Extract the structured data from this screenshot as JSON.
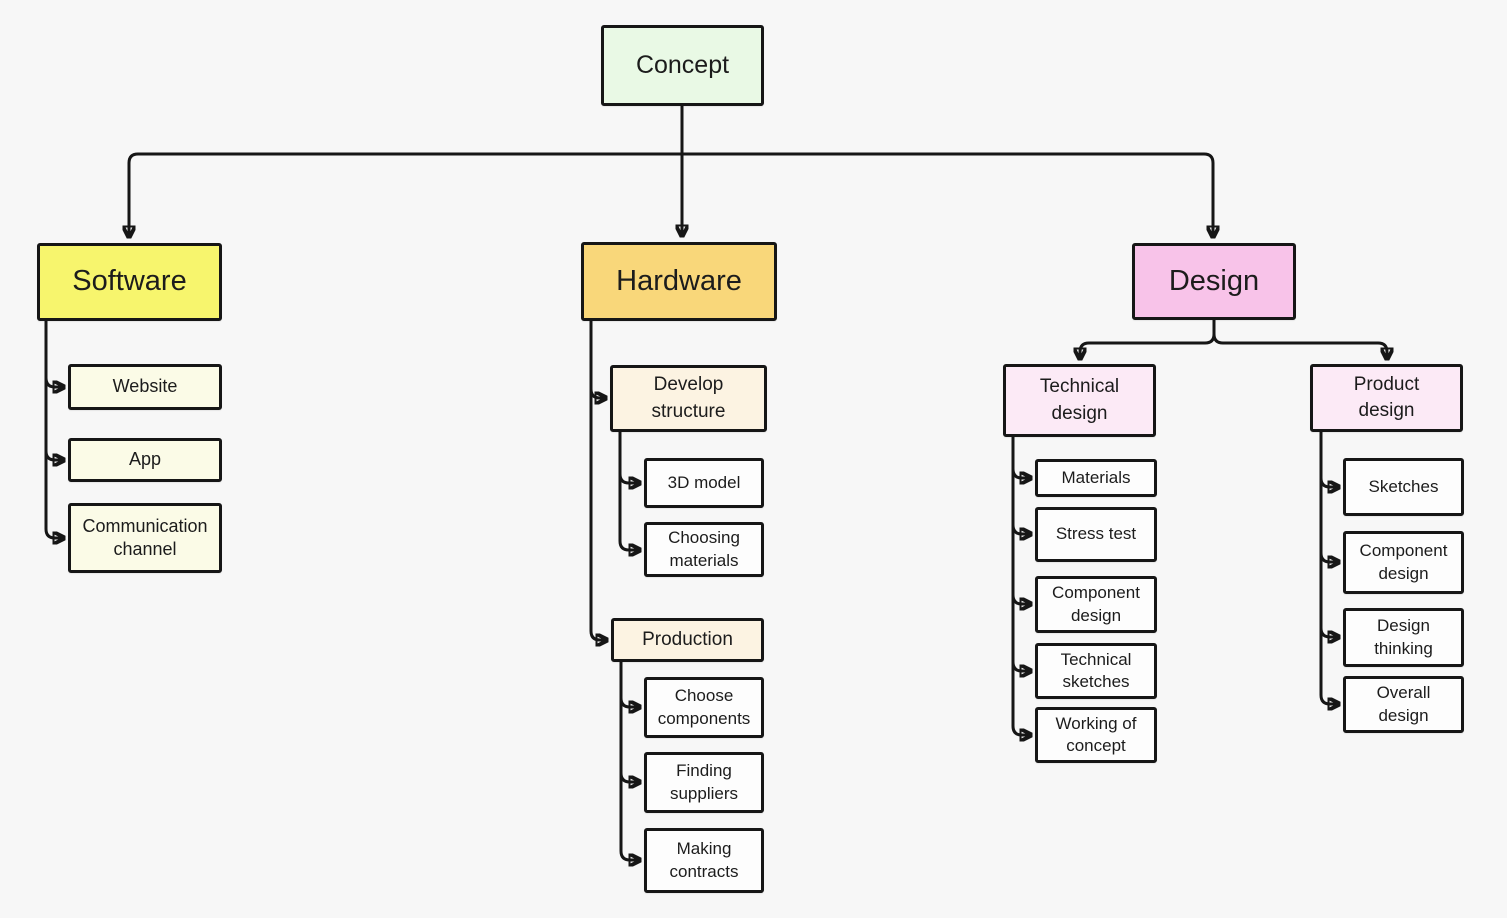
{
  "diagram": {
    "nodes": {
      "concept": {
        "label": "Concept",
        "fill": "#e9f9e5"
      },
      "software": {
        "label": "Software",
        "fill": "#f7f56d"
      },
      "website": {
        "label": "Website",
        "fill": "#fbfbe7"
      },
      "app": {
        "label": "App",
        "fill": "#fbfbe7"
      },
      "communication_channel": {
        "label": "Communication channel",
        "fill": "#fbfbe7"
      },
      "hardware": {
        "label": "Hardware",
        "fill": "#f9d77a"
      },
      "develop_structure": {
        "label": "Develop structure",
        "fill": "#fcf3e2"
      },
      "model_3d": {
        "label": "3D model",
        "fill": "#fdfdfd"
      },
      "choosing_materials": {
        "label": "Choosing materials",
        "fill": "#fdfdfd"
      },
      "production": {
        "label": "Production",
        "fill": "#fcf3e2"
      },
      "choose_components": {
        "label": "Choose components",
        "fill": "#fdfdfd"
      },
      "finding_suppliers": {
        "label": "Finding suppliers",
        "fill": "#fdfdfd"
      },
      "making_contracts": {
        "label": "Making contracts",
        "fill": "#fdfdfd"
      },
      "design": {
        "label": "Design",
        "fill": "#f8c3e9"
      },
      "technical_design": {
        "label": "Technical design",
        "fill": "#fceaf6"
      },
      "materials": {
        "label": "Materials",
        "fill": "#fdfdfd"
      },
      "stress_test": {
        "label": "Stress test",
        "fill": "#fdfdfd"
      },
      "component_design_technical": {
        "label": "Component design",
        "fill": "#fdfdfd"
      },
      "technical_sketches": {
        "label": "Technical sketches",
        "fill": "#fdfdfd"
      },
      "working_of_concept": {
        "label": "Working of concept",
        "fill": "#fdfdfd"
      },
      "product_design": {
        "label": "Product design",
        "fill": "#fceaf6"
      },
      "sketches": {
        "label": "Sketches",
        "fill": "#fdfdfd"
      },
      "component_design_product": {
        "label": "Component design",
        "fill": "#fdfdfd"
      },
      "design_thinking": {
        "label": "Design thinking",
        "fill": "#fdfdfd"
      },
      "overall_design": {
        "label": "Overall design",
        "fill": "#fdfdfd"
      }
    },
    "edges": [
      [
        "Concept",
        "Software"
      ],
      [
        "Concept",
        "Hardware"
      ],
      [
        "Concept",
        "Design"
      ],
      [
        "Software",
        "Website"
      ],
      [
        "Software",
        "App"
      ],
      [
        "Software",
        "Communication channel"
      ],
      [
        "Hardware",
        "Develop structure"
      ],
      [
        "Hardware",
        "Production"
      ],
      [
        "Develop structure",
        "3D model"
      ],
      [
        "Develop structure",
        "Choosing materials"
      ],
      [
        "Production",
        "Choose components"
      ],
      [
        "Production",
        "Finding suppliers"
      ],
      [
        "Production",
        "Making contracts"
      ],
      [
        "Design",
        "Technical design"
      ],
      [
        "Design",
        "Product design"
      ],
      [
        "Technical design",
        "Materials"
      ],
      [
        "Technical design",
        "Stress test"
      ],
      [
        "Technical design",
        "Component design"
      ],
      [
        "Technical design",
        "Technical sketches"
      ],
      [
        "Technical design",
        "Working of concept"
      ],
      [
        "Product design",
        "Sketches"
      ],
      [
        "Product design",
        "Component design"
      ],
      [
        "Product design",
        "Design thinking"
      ],
      [
        "Product design",
        "Overall design"
      ]
    ],
    "colors": {
      "background": "#f7f7f7",
      "connector": "#161616",
      "text": "#1c1c1c",
      "concept_fill": "#e9f9e5",
      "software_fill": "#f7f56d",
      "software_child_fill": "#fbfbe7",
      "hardware_fill": "#f9d77a",
      "hardware_group_fill": "#fcf3e2",
      "design_fill": "#f8c3e9",
      "design_group_fill": "#fceaf6",
      "leaf_fill": "#fdfdfd"
    }
  }
}
